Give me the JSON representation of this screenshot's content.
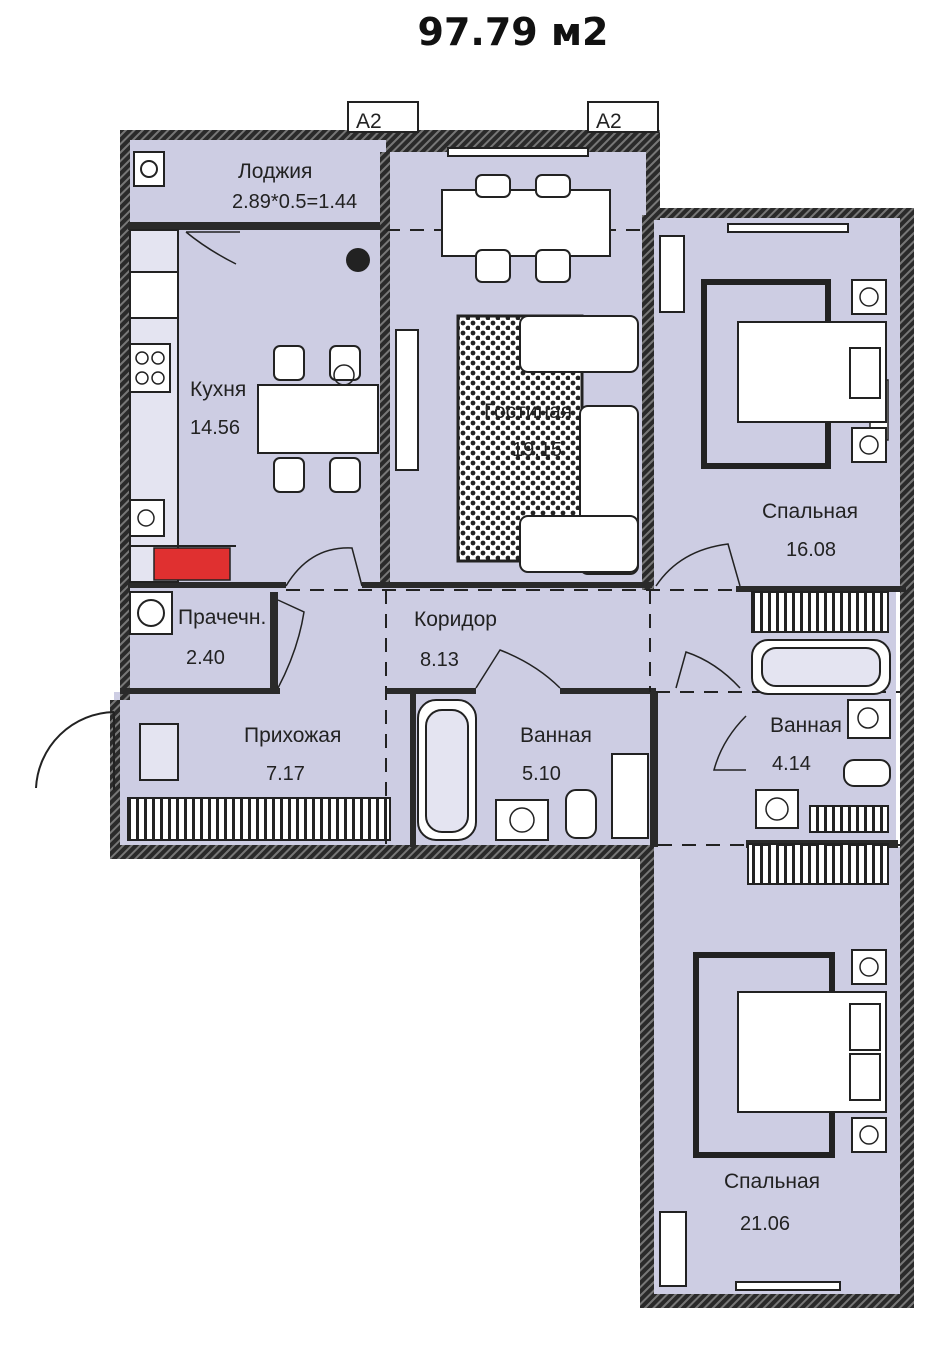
{
  "total_area": "97.79 м2",
  "markers": [
    "A2",
    "A2"
  ],
  "rooms": {
    "loggia": {
      "name": "Лоджия",
      "area": "2.89*0.5=1.44"
    },
    "kitchen": {
      "name": "Кухня",
      "area": "14.56"
    },
    "living": {
      "name": "Гостиная",
      "area": "19.15"
    },
    "bedroom1": {
      "name": "Спальная",
      "area": "16.08"
    },
    "laundry": {
      "name": "Прачечн.",
      "area": "2.40"
    },
    "corridor": {
      "name": "Коридор",
      "area": "8.13"
    },
    "hallway": {
      "name": "Прихожая",
      "area": "7.17"
    },
    "bathroom1": {
      "name": "Ванная",
      "area": "5.10"
    },
    "bathroom2": {
      "name": "Ванная",
      "area": "4.14"
    },
    "bedroom2": {
      "name": "Спальная",
      "area": "21.06"
    }
  },
  "colors": {
    "room_fill": "#cdcde3",
    "wall": "#2a2a2a",
    "radiator": "#e03030"
  }
}
